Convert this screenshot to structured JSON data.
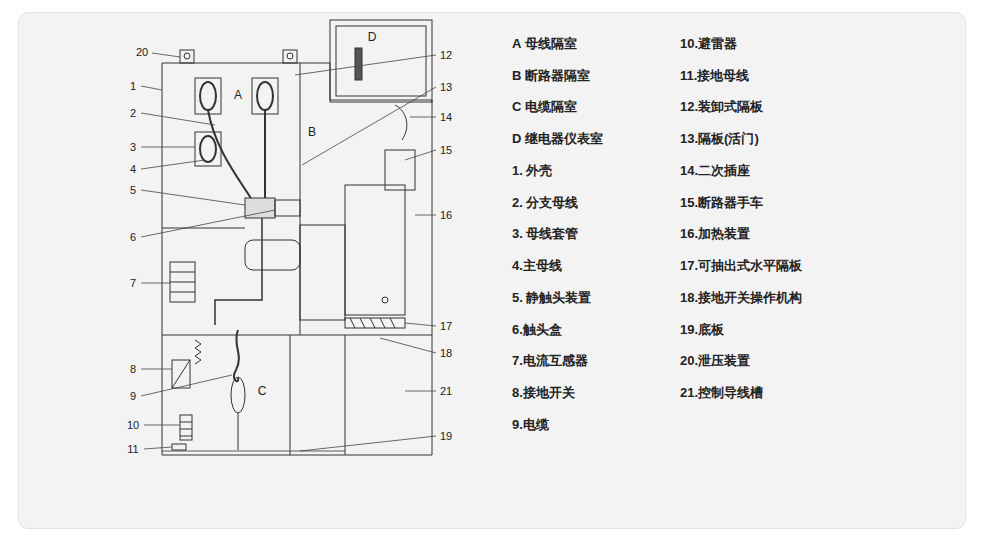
{
  "diagram": {
    "labels": [
      "20",
      "1",
      "2",
      "3",
      "4",
      "5",
      "6",
      "7",
      "8",
      "9",
      "10",
      "11",
      "A",
      "D",
      "12",
      "13",
      "14",
      "B",
      "15",
      "16",
      "17",
      "18",
      "21",
      "C",
      "19",
      "A 母线隔室",
      "B 断路器隔室",
      "C 电缆隔室",
      "D 继电器仪表室",
      "1. 外壳",
      "2. 分支母线",
      "3. 母线套管",
      "4.主母线",
      "5. 静触头装置",
      "6.触头盒",
      "7.电流互感器",
      "8.接地开关",
      "9.电缆",
      "10.避雷器",
      "11.接地母线",
      "12.装卸式隔板",
      "13.隔板(活门)",
      "14.二次插座",
      "15.断路器手车",
      "16.加热装置",
      "17.可抽出式水平隔板",
      "18.接地开关操作机构",
      "19.底板",
      "20.泄压装置",
      "21.控制导线槽"
    ]
  }
}
